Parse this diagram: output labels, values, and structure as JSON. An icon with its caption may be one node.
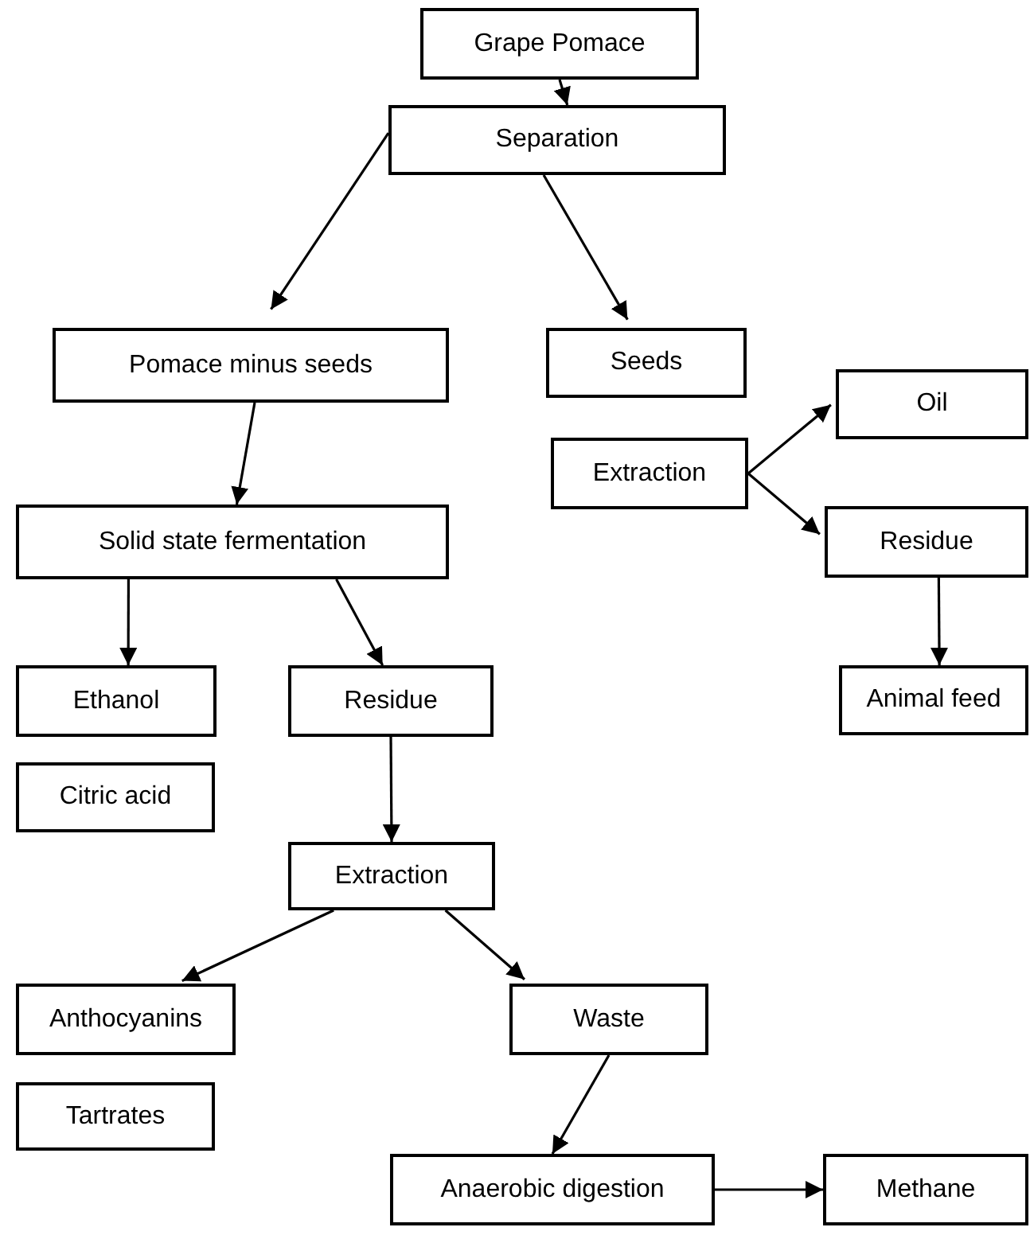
{
  "diagram": {
    "nodes": [
      {
        "text": [
          "Grape Pomace"
        ]
      },
      {
        "text": [
          "Separation"
        ]
      },
      {
        "text": [
          "Pomace minus seeds"
        ]
      },
      {
        "text": [
          "Seeds"
        ]
      },
      {
        "text": [
          "Extraction"
        ]
      },
      {
        "text": [
          "Oil"
        ]
      },
      {
        "text": [
          "Residue"
        ]
      },
      {
        "text": [
          "Solid state fermentation"
        ]
      },
      {
        "text": [
          "Ethanol"
        ]
      },
      {
        "text": [
          "Residue"
        ]
      },
      {
        "text": [
          "Animal feed"
        ]
      },
      {
        "text": [
          "Citric acid"
        ]
      },
      {
        "text": [
          "Extraction"
        ]
      },
      {
        "text": [
          "Anthocyanins"
        ]
      },
      {
        "text": [
          "Waste"
        ]
      },
      {
        "text": [
          "Tartrates"
        ]
      },
      {
        "text": [
          "Anaerobic digestion"
        ]
      },
      {
        "text": [
          "Methane"
        ]
      }
    ],
    "edges": [
      {
        "from": 0,
        "to": 1,
        "arrow": "to"
      },
      {
        "from": 1,
        "to": 2,
        "arrow": "to"
      },
      {
        "from": 1,
        "to": 3,
        "arrow": "to"
      },
      {
        "from": 2,
        "to": 7,
        "arrow": "to"
      },
      {
        "from": 4,
        "to": 5,
        "arrow": "to"
      },
      {
        "from": 4,
        "to": 6,
        "arrow": "to"
      },
      {
        "from": 6,
        "to": 10,
        "arrow": "to"
      },
      {
        "from": 7,
        "to": 8,
        "arrow": "to"
      },
      {
        "from": 7,
        "to": 9,
        "arrow": "to"
      },
      {
        "from": 9,
        "to": 12,
        "arrow": "to"
      },
      {
        "from": 12,
        "to": 13,
        "arrow": "to"
      },
      {
        "from": 12,
        "to": 14,
        "arrow": "to"
      },
      {
        "from": 14,
        "to": 16,
        "arrow": "to"
      },
      {
        "from": 16,
        "to": 17,
        "arrow": "to"
      }
    ]
  }
}
